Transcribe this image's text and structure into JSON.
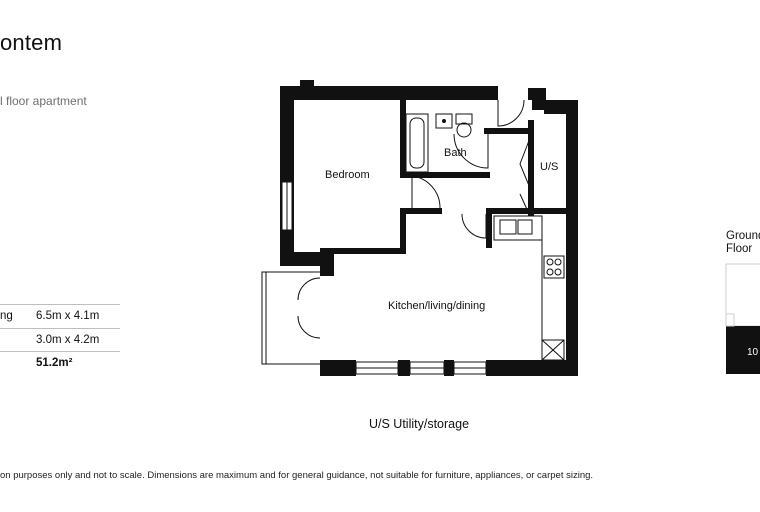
{
  "header": {
    "title": "ontem",
    "subtitle": "l floor apartment"
  },
  "dimensions": {
    "rows": [
      {
        "label": "ng",
        "value": "6.5m x 4.1m"
      },
      {
        "label": "",
        "value": "3.0m x 4.2m"
      }
    ],
    "total": {
      "label": "",
      "value": "51.2m²"
    }
  },
  "floorplan": {
    "rooms": {
      "bedroom": "Bedroom",
      "bath": "Bath",
      "utility": "U/S",
      "kitchen": "Kitchen/living/dining"
    }
  },
  "legend": {
    "text": "U/S  Utility/storage"
  },
  "ground_floor": {
    "label": "Ground Floor",
    "unit_number": "10"
  },
  "disclaimer": {
    "text": "on purposes only and not to scale. Dimensions are maximum and for general guidance, not suitable for furniture, appliances, or carpet sizing."
  }
}
